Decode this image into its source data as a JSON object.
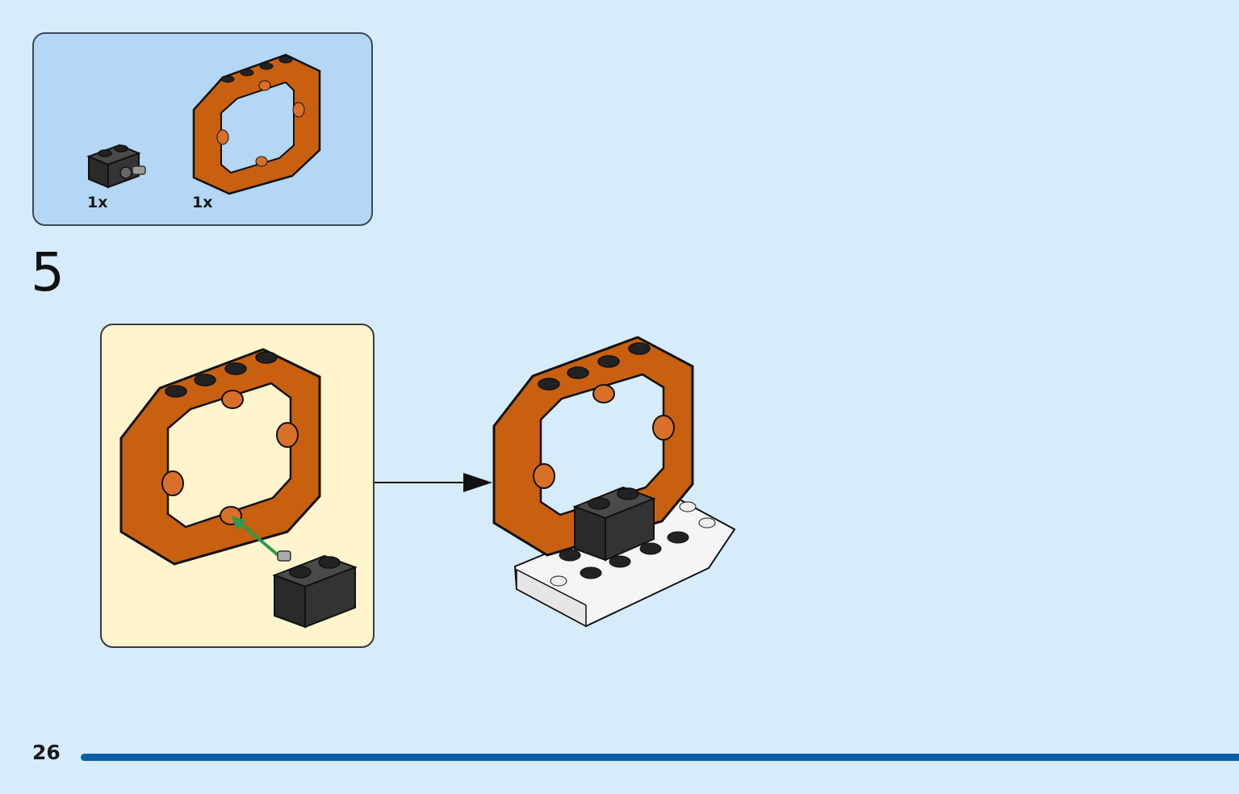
{
  "parts_list": {
    "items": [
      {
        "name": "black-brick-1x2-with-pin",
        "quantity": "1x"
      },
      {
        "name": "orange-octagonal-frame",
        "quantity": "1x"
      }
    ]
  },
  "step": {
    "number": "5"
  },
  "page": {
    "number": "26"
  },
  "colors": {
    "background": "#d6ecfb",
    "parts_panel": "#b3d7f5",
    "callout": "#fff4cc",
    "orange_frame": "#c8600f",
    "black_brick": "#2e2e2e",
    "arrow_green": "#2e9a4e",
    "page_rule": "#0a5fa8"
  }
}
